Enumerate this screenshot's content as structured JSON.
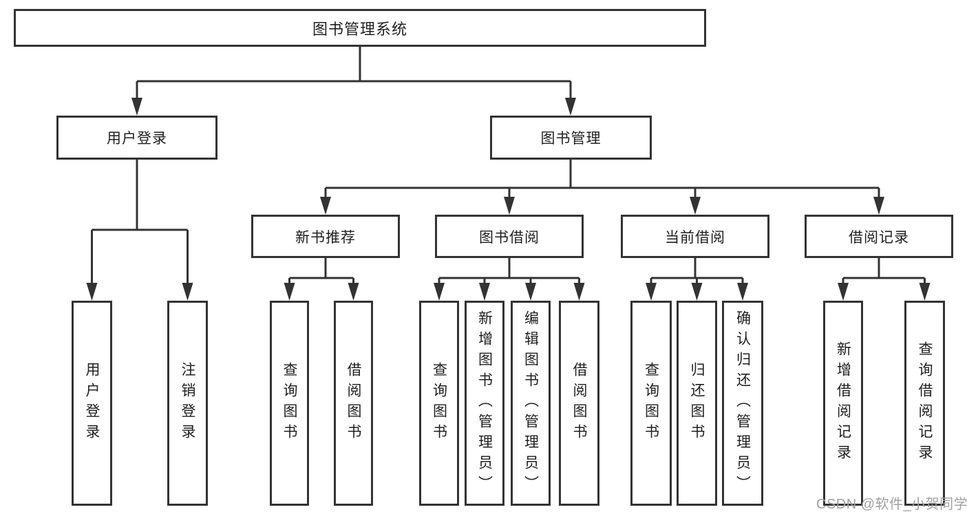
{
  "diagram": {
    "title": "图书管理系统",
    "colors": {
      "line": "#333333",
      "border": "#333333",
      "text": "#1f1f1f",
      "background": "#ffffff",
      "watermark": "#a0a0a0"
    },
    "tree": {
      "root": {
        "label": "图书管理系统"
      },
      "login": {
        "label": "用户登录",
        "children": [
          "用户登录",
          "注销登录"
        ]
      },
      "management": {
        "label": "图书管理",
        "sections": [
          {
            "label": "新书推荐",
            "children": [
              "查询图书",
              "借阅图书"
            ]
          },
          {
            "label": "图书借阅",
            "children": [
              "查询图书",
              "新增图书（管理员）",
              "编辑图书（管理员）",
              "借阅图书"
            ]
          },
          {
            "label": "当前借阅",
            "children": [
              "查询图书",
              "归还图书",
              "确认归还（管理员）"
            ]
          },
          {
            "label": "借阅记录",
            "children": [
              "新增借阅记录",
              "查询借阅记录"
            ]
          }
        ]
      }
    }
  },
  "watermark": "CSDN @软件_小贺同学"
}
